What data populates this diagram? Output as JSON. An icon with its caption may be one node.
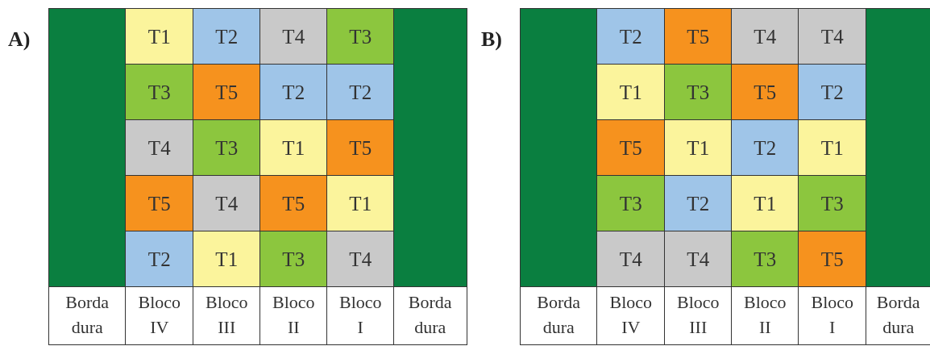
{
  "diagram": {
    "nodes": [
      {
        "text": [
          "A)"
        ]
      },
      {
        "text": [],
        "shape": "box",
        "in": 0
      },
      {
        "text": [
          "T1"
        ],
        "in": 0
      },
      {
        "text": [
          "T2"
        ],
        "in": 0
      },
      {
        "text": [
          "T4"
        ],
        "in": 0
      },
      {
        "text": [
          "T3"
        ],
        "in": 0
      },
      {
        "text": [
          "T3"
        ],
        "in": 0
      },
      {
        "text": [
          "T5"
        ],
        "in": 0
      },
      {
        "text": [
          "T2"
        ],
        "in": 0
      },
      {
        "text": [
          "T2"
        ],
        "in": 0
      },
      {
        "text": [
          "T4"
        ],
        "in": 0
      },
      {
        "text": [
          "T3"
        ],
        "in": 0
      },
      {
        "text": [
          "T1"
        ],
        "in": 0
      },
      {
        "text": [
          "T5"
        ],
        "in": 0
      },
      {
        "text": [
          "T5"
        ],
        "in": 0
      },
      {
        "text": [
          "T4"
        ],
        "in": 0
      },
      {
        "text": [
          "T5"
        ],
        "in": 0
      },
      {
        "text": [
          "T1"
        ],
        "in": 0
      },
      {
        "text": [
          "T2"
        ],
        "in": 0
      },
      {
        "text": [
          "T1"
        ],
        "in": 0
      },
      {
        "text": [
          "T3"
        ],
        "in": 0
      },
      {
        "text": [
          "T4"
        ],
        "in": 0
      },
      {
        "text": [],
        "shape": "box",
        "in": 0
      },
      {
        "text": [
          "Borda dura"
        ],
        "in": 0
      },
      {
        "text": [
          "Bloco IV"
        ],
        "in": 0
      },
      {
        "text": [
          "Bloco III"
        ],
        "in": 0
      },
      {
        "text": [
          "Bloco II"
        ],
        "in": 0
      },
      {
        "text": [
          "Bloco I"
        ],
        "in": 0
      },
      {
        "text": [
          "Borda dura"
        ],
        "in": 0
      },
      {
        "text": [
          "B)"
        ]
      },
      {
        "text": [],
        "shape": "box",
        "in": 29
      },
      {
        "text": [
          "T2"
        ],
        "in": 29
      },
      {
        "text": [
          "T5"
        ],
        "in": 29
      },
      {
        "text": [
          "T4"
        ],
        "in": 29
      },
      {
        "text": [
          "T4"
        ],
        "in": 29
      },
      {
        "text": [
          "T1"
        ],
        "in": 29
      },
      {
        "text": [
          "T3"
        ],
        "in": 29
      },
      {
        "text": [
          "T5"
        ],
        "in": 29
      },
      {
        "text": [
          "T2"
        ],
        "in": 29
      },
      {
        "text": [
          "T5"
        ],
        "in": 29
      },
      {
        "text": [
          "T1"
        ],
        "in": 29
      },
      {
        "text": [
          "T2"
        ],
        "in": 29
      },
      {
        "text": [
          "T1"
        ],
        "in": 29
      },
      {
        "text": [
          "T3"
        ],
        "in": 29
      },
      {
        "text": [
          "T2"
        ],
        "in": 29
      },
      {
        "text": [
          "T1"
        ],
        "in": 29
      },
      {
        "text": [
          "T3"
        ],
        "in": 29
      },
      {
        "text": [
          "T4"
        ],
        "in": 29
      },
      {
        "text": [
          "T4"
        ],
        "in": 29
      },
      {
        "text": [
          "T3"
        ],
        "in": 29
      },
      {
        "text": [
          "T5"
        ],
        "in": 29
      },
      {
        "text": [],
        "shape": "box",
        "in": 29
      },
      {
        "text": [
          "Borda dura"
        ],
        "in": 29
      },
      {
        "text": [
          "Bloco IV"
        ],
        "in": 29
      },
      {
        "text": [
          "Bloco III"
        ],
        "in": 29
      },
      {
        "text": [
          "Bloco II"
        ],
        "in": 29
      },
      {
        "text": [
          "Bloco I"
        ],
        "in": 29
      },
      {
        "text": [
          "Borda dura"
        ],
        "in": 29
      }
    ]
  }
}
